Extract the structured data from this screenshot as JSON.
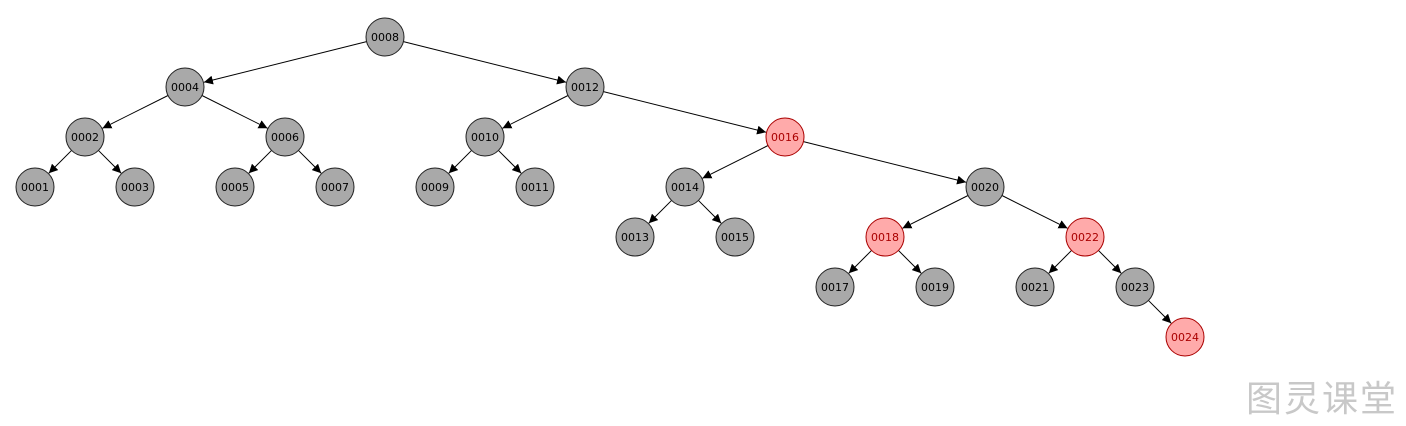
{
  "tree": {
    "colors": {
      "black_fill": "#a9a9a9",
      "black_stroke": "#222222",
      "black_text": "#000000",
      "red_fill": "#ffaaaa",
      "red_stroke": "#aa0000",
      "red_text": "#aa0000",
      "edge": "#000000"
    },
    "nodes": [
      {
        "id": "0008",
        "label": "0008",
        "color": "black",
        "parent": null
      },
      {
        "id": "0004",
        "label": "0004",
        "color": "black",
        "parent": "0008"
      },
      {
        "id": "0012",
        "label": "0012",
        "color": "black",
        "parent": "0008"
      },
      {
        "id": "0002",
        "label": "0002",
        "color": "black",
        "parent": "0004"
      },
      {
        "id": "0006",
        "label": "0006",
        "color": "black",
        "parent": "0004"
      },
      {
        "id": "0001",
        "label": "0001",
        "color": "black",
        "parent": "0002"
      },
      {
        "id": "0003",
        "label": "0003",
        "color": "black",
        "parent": "0002"
      },
      {
        "id": "0005",
        "label": "0005",
        "color": "black",
        "parent": "0006"
      },
      {
        "id": "0007",
        "label": "0007",
        "color": "black",
        "parent": "0006"
      },
      {
        "id": "0010",
        "label": "0010",
        "color": "black",
        "parent": "0012"
      },
      {
        "id": "0016",
        "label": "0016",
        "color": "red",
        "parent": "0012"
      },
      {
        "id": "0009",
        "label": "0009",
        "color": "black",
        "parent": "0010"
      },
      {
        "id": "0011",
        "label": "0011",
        "color": "black",
        "parent": "0010"
      },
      {
        "id": "0014",
        "label": "0014",
        "color": "black",
        "parent": "0016"
      },
      {
        "id": "0020",
        "label": "0020",
        "color": "black",
        "parent": "0016"
      },
      {
        "id": "0013",
        "label": "0013",
        "color": "black",
        "parent": "0014"
      },
      {
        "id": "0015",
        "label": "0015",
        "color": "black",
        "parent": "0014"
      },
      {
        "id": "0018",
        "label": "0018",
        "color": "red",
        "parent": "0020"
      },
      {
        "id": "0022",
        "label": "0022",
        "color": "red",
        "parent": "0020"
      },
      {
        "id": "0017",
        "label": "0017",
        "color": "black",
        "parent": "0018"
      },
      {
        "id": "0019",
        "label": "0019",
        "color": "black",
        "parent": "0018"
      },
      {
        "id": "0021",
        "label": "0021",
        "color": "black",
        "parent": "0022"
      },
      {
        "id": "0023",
        "label": "0023",
        "color": "black",
        "parent": "0022"
      },
      {
        "id": "0024",
        "label": "0024",
        "color": "red",
        "parent": "0023"
      }
    ]
  },
  "watermark": {
    "text": "图灵课堂"
  }
}
